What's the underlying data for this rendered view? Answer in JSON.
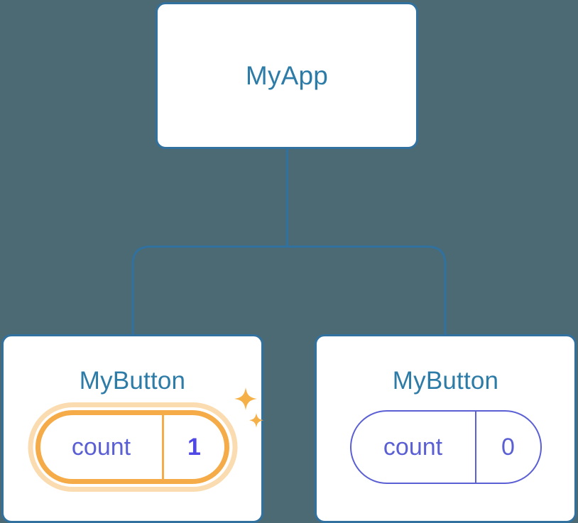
{
  "diagram": {
    "type": "component-tree",
    "background_color": "#4c6a74",
    "connector_color": "#31719f"
  },
  "nodes": {
    "root": {
      "title": "MyApp",
      "title_color": "#2d7ba7",
      "border_color": "#31719f"
    },
    "child_left": {
      "title": "MyButton",
      "title_color": "#2d7ba7",
      "border_color": "#31719f",
      "state": {
        "key": "count",
        "value": "1",
        "highlighted": true,
        "highlight_color": "#f5ab47",
        "halo_color": "#fbdcb0",
        "value_color": "#5048e5",
        "key_color": "#5b5fd4"
      },
      "sparkle_color": "#f5b048"
    },
    "child_right": {
      "title": "MyButton",
      "title_color": "#2d7ba7",
      "border_color": "#31719f",
      "state": {
        "key": "count",
        "value": "0",
        "highlighted": false,
        "border_color": "#5b5fd4",
        "value_color": "#5b5fd4",
        "key_color": "#5b5fd4"
      },
      "sparkle_color": null
    }
  },
  "icons": {
    "sparkle_large": "sparkle-icon",
    "sparkle_small": "sparkle-small-icon"
  }
}
